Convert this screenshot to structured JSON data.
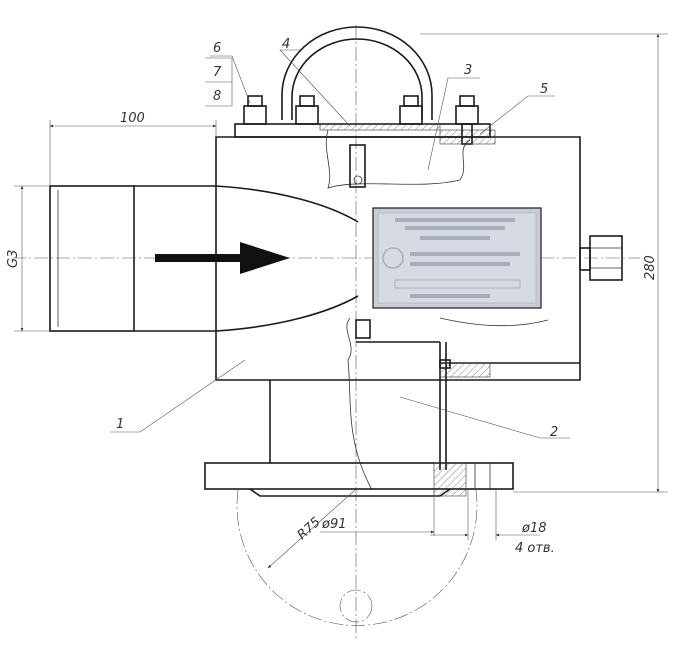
{
  "drawing": {
    "parts": {
      "p1": "1",
      "p2": "2",
      "p3": "3",
      "p4": "4",
      "p5": "5",
      "p6": "6",
      "p7": "7",
      "p8": "8"
    },
    "dimensions": {
      "width_100": "100",
      "thread_g3": "G3",
      "height_280": "280",
      "radius_r75": "R75",
      "bore_d91": "ø91",
      "hole_d18": "ø18",
      "holes_count": "4 отв."
    },
    "colors": {
      "line": "#1a1a1a",
      "arrow": "#111111",
      "nameplate": "#c8cdd8"
    }
  }
}
